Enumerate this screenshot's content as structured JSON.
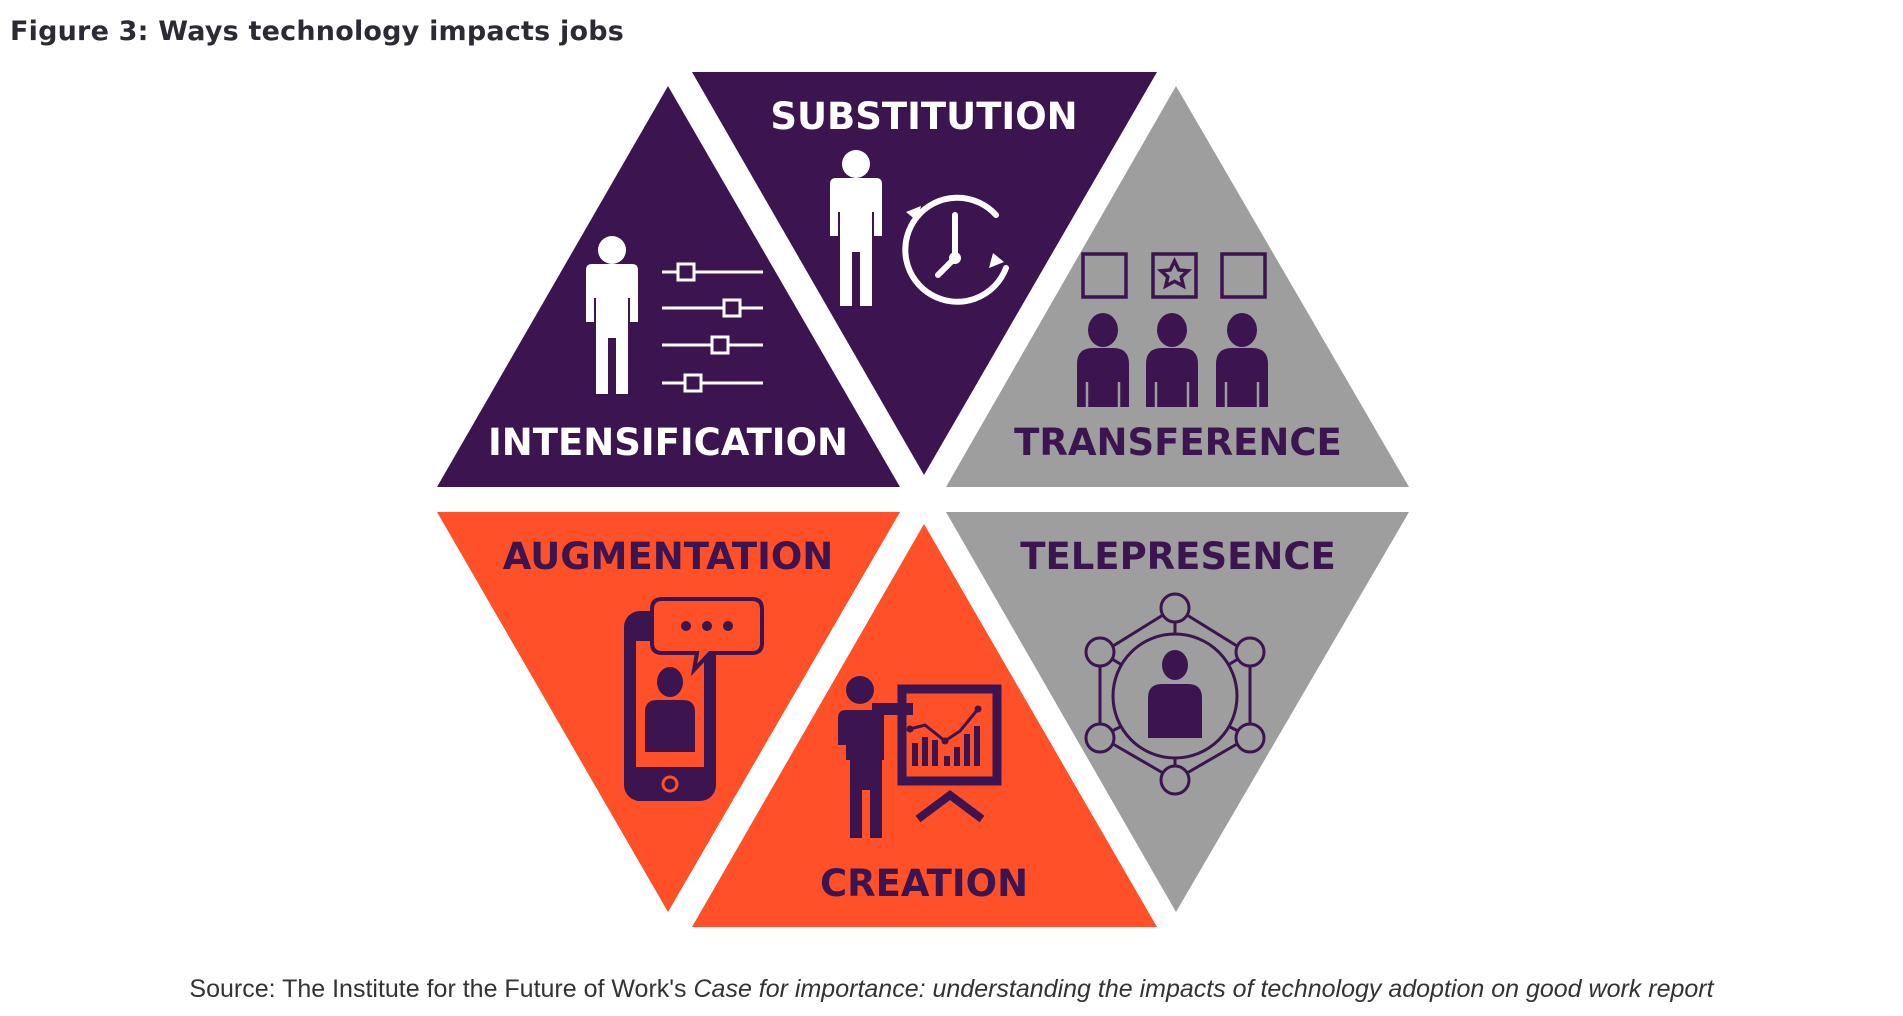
{
  "title": "Figure 3: Ways technology impacts jobs",
  "source": {
    "prefix": "Source: The Institute for the Future of Work's ",
    "italic": "Case for importance: understanding the impacts of technology adoption on good work report"
  },
  "colors": {
    "purple": "#3c1450",
    "grey": "#9e9e9e",
    "orange": "#ff5028",
    "white": "#ffffff"
  },
  "segments": [
    {
      "label": "SUBSTITUTION",
      "icon": "person-clock-icon",
      "color": "purple"
    },
    {
      "label": "INTENSIFICATION",
      "icon": "person-sliders-icon",
      "color": "purple"
    },
    {
      "label": "TRANSFERENCE",
      "icon": "people-rating-icon",
      "color": "grey"
    },
    {
      "label": "AUGMENTATION",
      "icon": "phone-chat-icon",
      "color": "orange"
    },
    {
      "label": "CREATION",
      "icon": "presenter-chart-icon",
      "color": "orange"
    },
    {
      "label": "TELEPRESENCE",
      "icon": "person-network-icon",
      "color": "grey"
    }
  ]
}
